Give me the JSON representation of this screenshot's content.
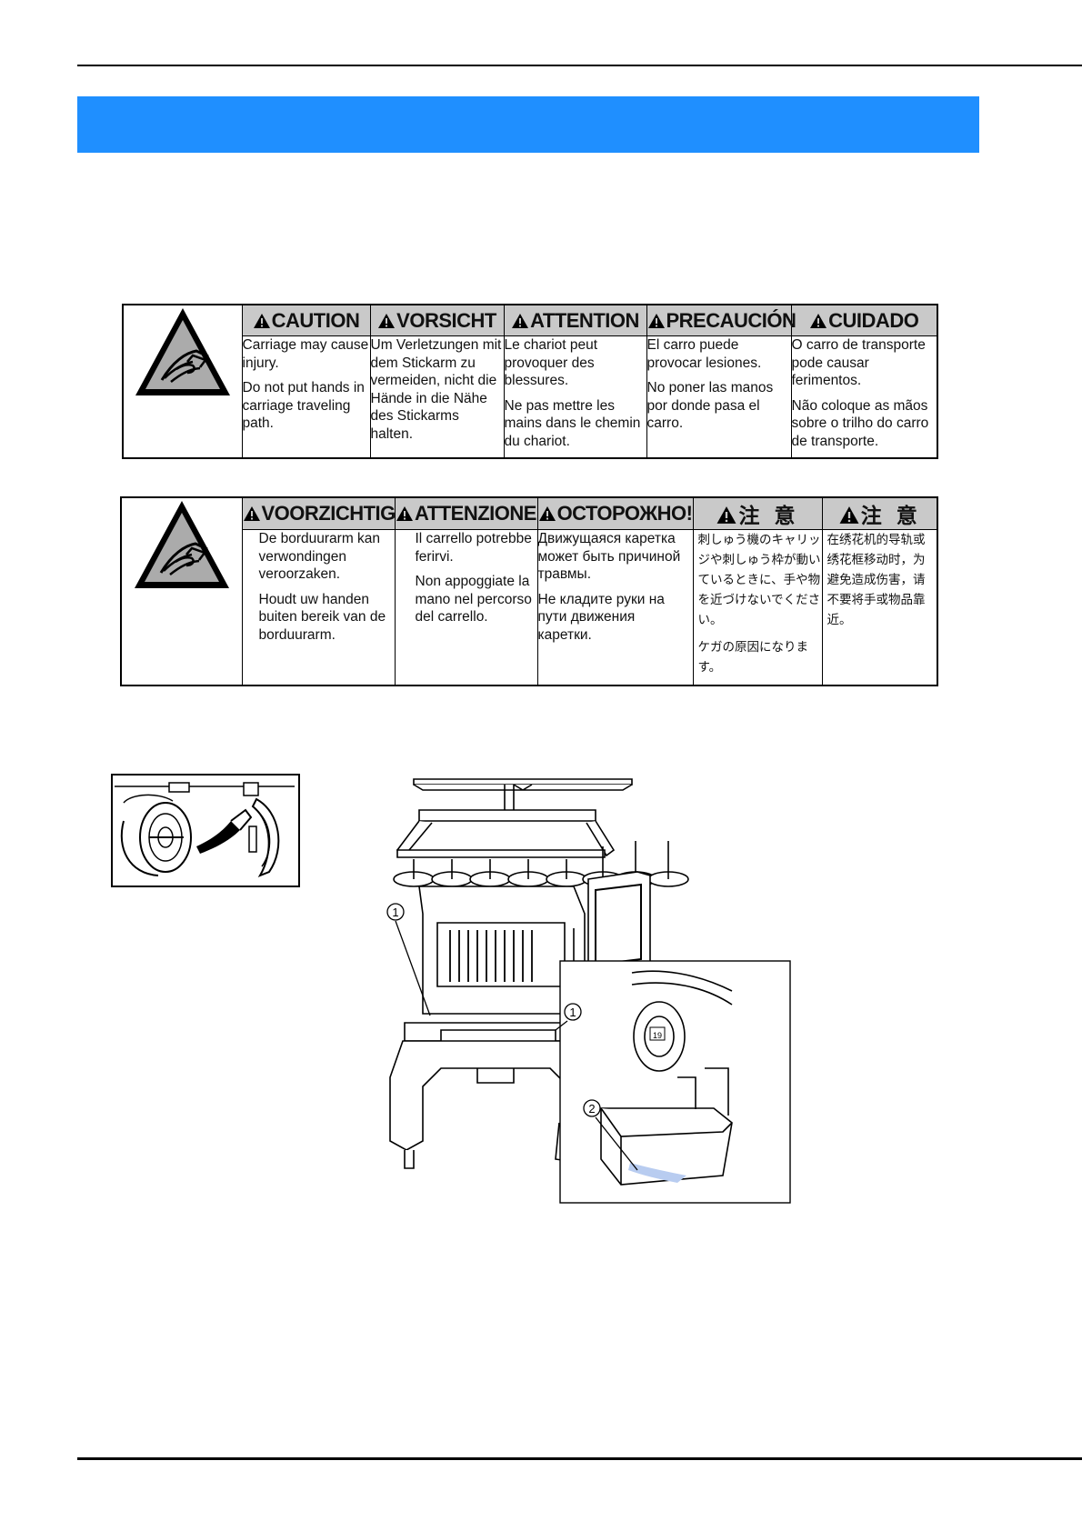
{
  "labels": {
    "row1": {
      "headers": [
        "CAUTION",
        "VORSICHT",
        "ATTENTION",
        "PRECAUCIÓN",
        "CUIDADO"
      ],
      "bodies": [
        [
          "Carriage may cause injury.",
          "Do not put hands in carriage traveling path."
        ],
        [
          "Um Verletzungen mit dem Stickarm zu vermeiden, nicht die Hände in die Nähe des Stickarms halten."
        ],
        [
          "Le chariot peut provoquer des blessures.",
          "Ne pas mettre les mains dans le chemin du chariot."
        ],
        [
          "El carro puede provocar lesiones.",
          "No poner las manos por donde pasa el carro."
        ],
        [
          "O carro de transporte pode causar ferimentos.",
          "Não coloque as mãos sobre o trilho do carro de transporte."
        ]
      ]
    },
    "row2": {
      "headers": [
        "VOORZICHTIG",
        "ATTENZIONE",
        "ОСТОРОЖНО!",
        "注 意",
        "注 意"
      ],
      "bodies": [
        [
          "De borduurarm kan verwondingen veroorzaken.",
          "Houdt uw handen buiten bereik van de borduurarm."
        ],
        [
          "Il carrello potrebbe ferirvi.",
          "Non appoggiate la mano nel percorso del carrello."
        ],
        [
          "Движущаяся каретка может быть причиной травмы.",
          "Не кладите руки на пути движения каретки."
        ],
        [
          "刺しゅう機のキャリッジや刺しゅう枠が動いているときに、手や物を近づけないでください。",
          "ケガの原因になります。"
        ],
        [
          "在绣花机的导轨或绣花框移动时，为避免造成伤害，请不要将手或物品靠近。"
        ]
      ]
    }
  },
  "figure": {
    "callout_1": "1",
    "callout_2": "2",
    "bobbin_number": "19"
  },
  "colors": {
    "banner": "#1f8fff",
    "header_bg": "#c9c9c9",
    "oil_highlight": "#b8ccf0"
  },
  "icons": [
    "hand-crush-warning-icon",
    "warning-triangle-icon"
  ]
}
